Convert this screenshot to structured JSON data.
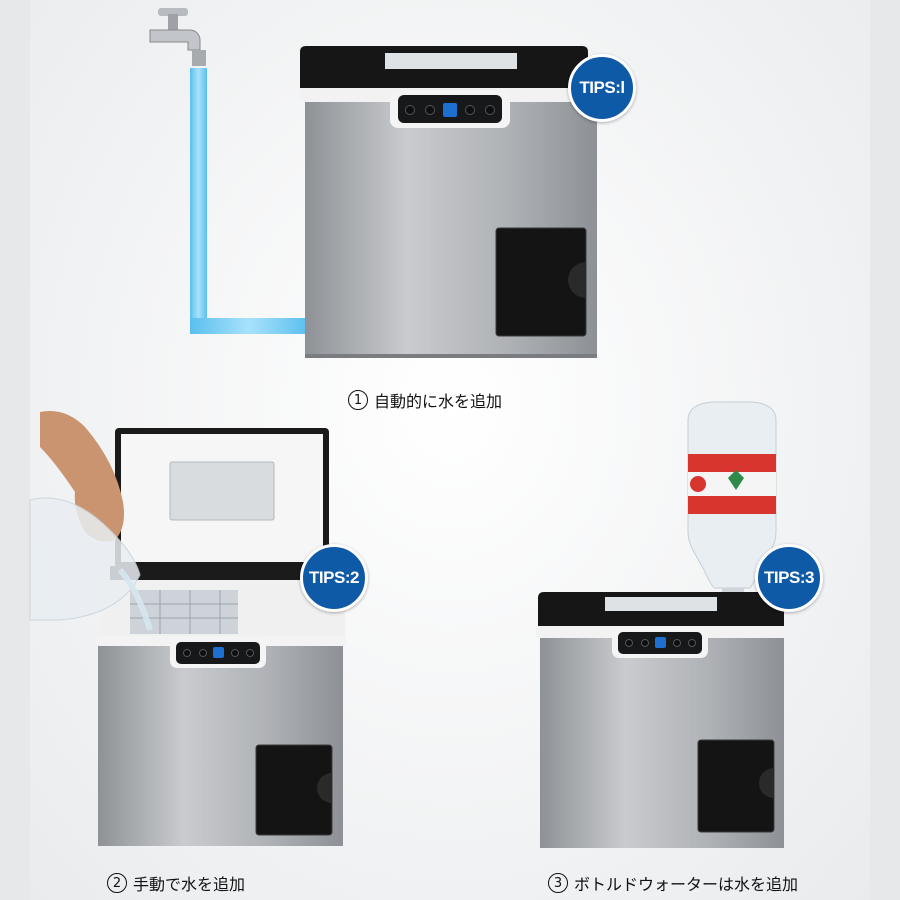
{
  "badges": {
    "tips1": "TIPS:l",
    "tips2": "TIPS:2",
    "tips3": "TIPS:3"
  },
  "captions": {
    "c1": {
      "num": "1",
      "text": "自動的に水を追加"
    },
    "c2": {
      "num": "2",
      "text": "手動で水を追加"
    },
    "c3": {
      "num": "3",
      "text": "ボトルドウォーターは水を追加"
    }
  },
  "colors": {
    "badge": "#0f5aa6",
    "pipe": "#7fd0f7",
    "steel": "#a9acb0",
    "lid": "#1a1a1a"
  }
}
